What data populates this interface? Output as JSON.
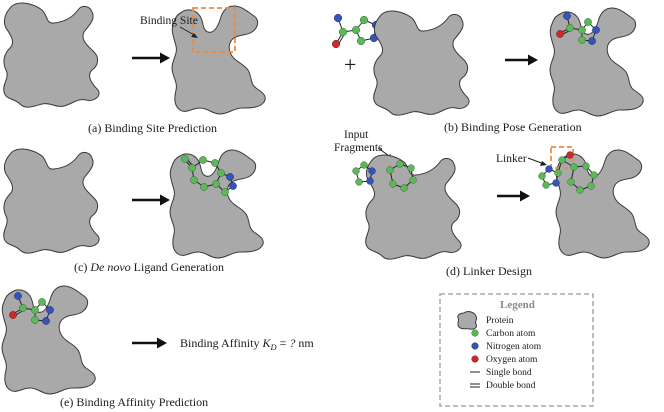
{
  "panels": {
    "a": {
      "caption": "(a) Binding Site Prediction",
      "annotation": "Binding Site"
    },
    "b": {
      "caption": "(b) Binding Pose Generation",
      "plus": "+"
    },
    "c": {
      "caption_prefix": "(c) ",
      "caption_italic": "De novo",
      "caption_suffix": " Ligand Generation"
    },
    "d": {
      "caption": "(d) Linker Design",
      "input_line1": "Input",
      "input_line2": "Fragments",
      "linker": "Linker"
    },
    "e": {
      "caption": "(e) Binding Affinity Prediction",
      "affinity_prefix": "Binding Affinity ",
      "affinity_k": "K",
      "affinity_sub": "D",
      "affinity_eq": " = ",
      "affinity_q": "?",
      "affinity_unit": " nm"
    }
  },
  "legend": {
    "title": "Legend",
    "items": [
      "Protein",
      "Carbon atom",
      "Nitrogen atom",
      "Oxygen atom",
      "Single bond",
      "Double bond"
    ]
  },
  "colors": {
    "protein": "#a9a9a9",
    "carbon": "#5db85a",
    "nitrogen": "#3554b8",
    "oxygen": "#cc2a2a",
    "highlight": "#f08a3c"
  }
}
